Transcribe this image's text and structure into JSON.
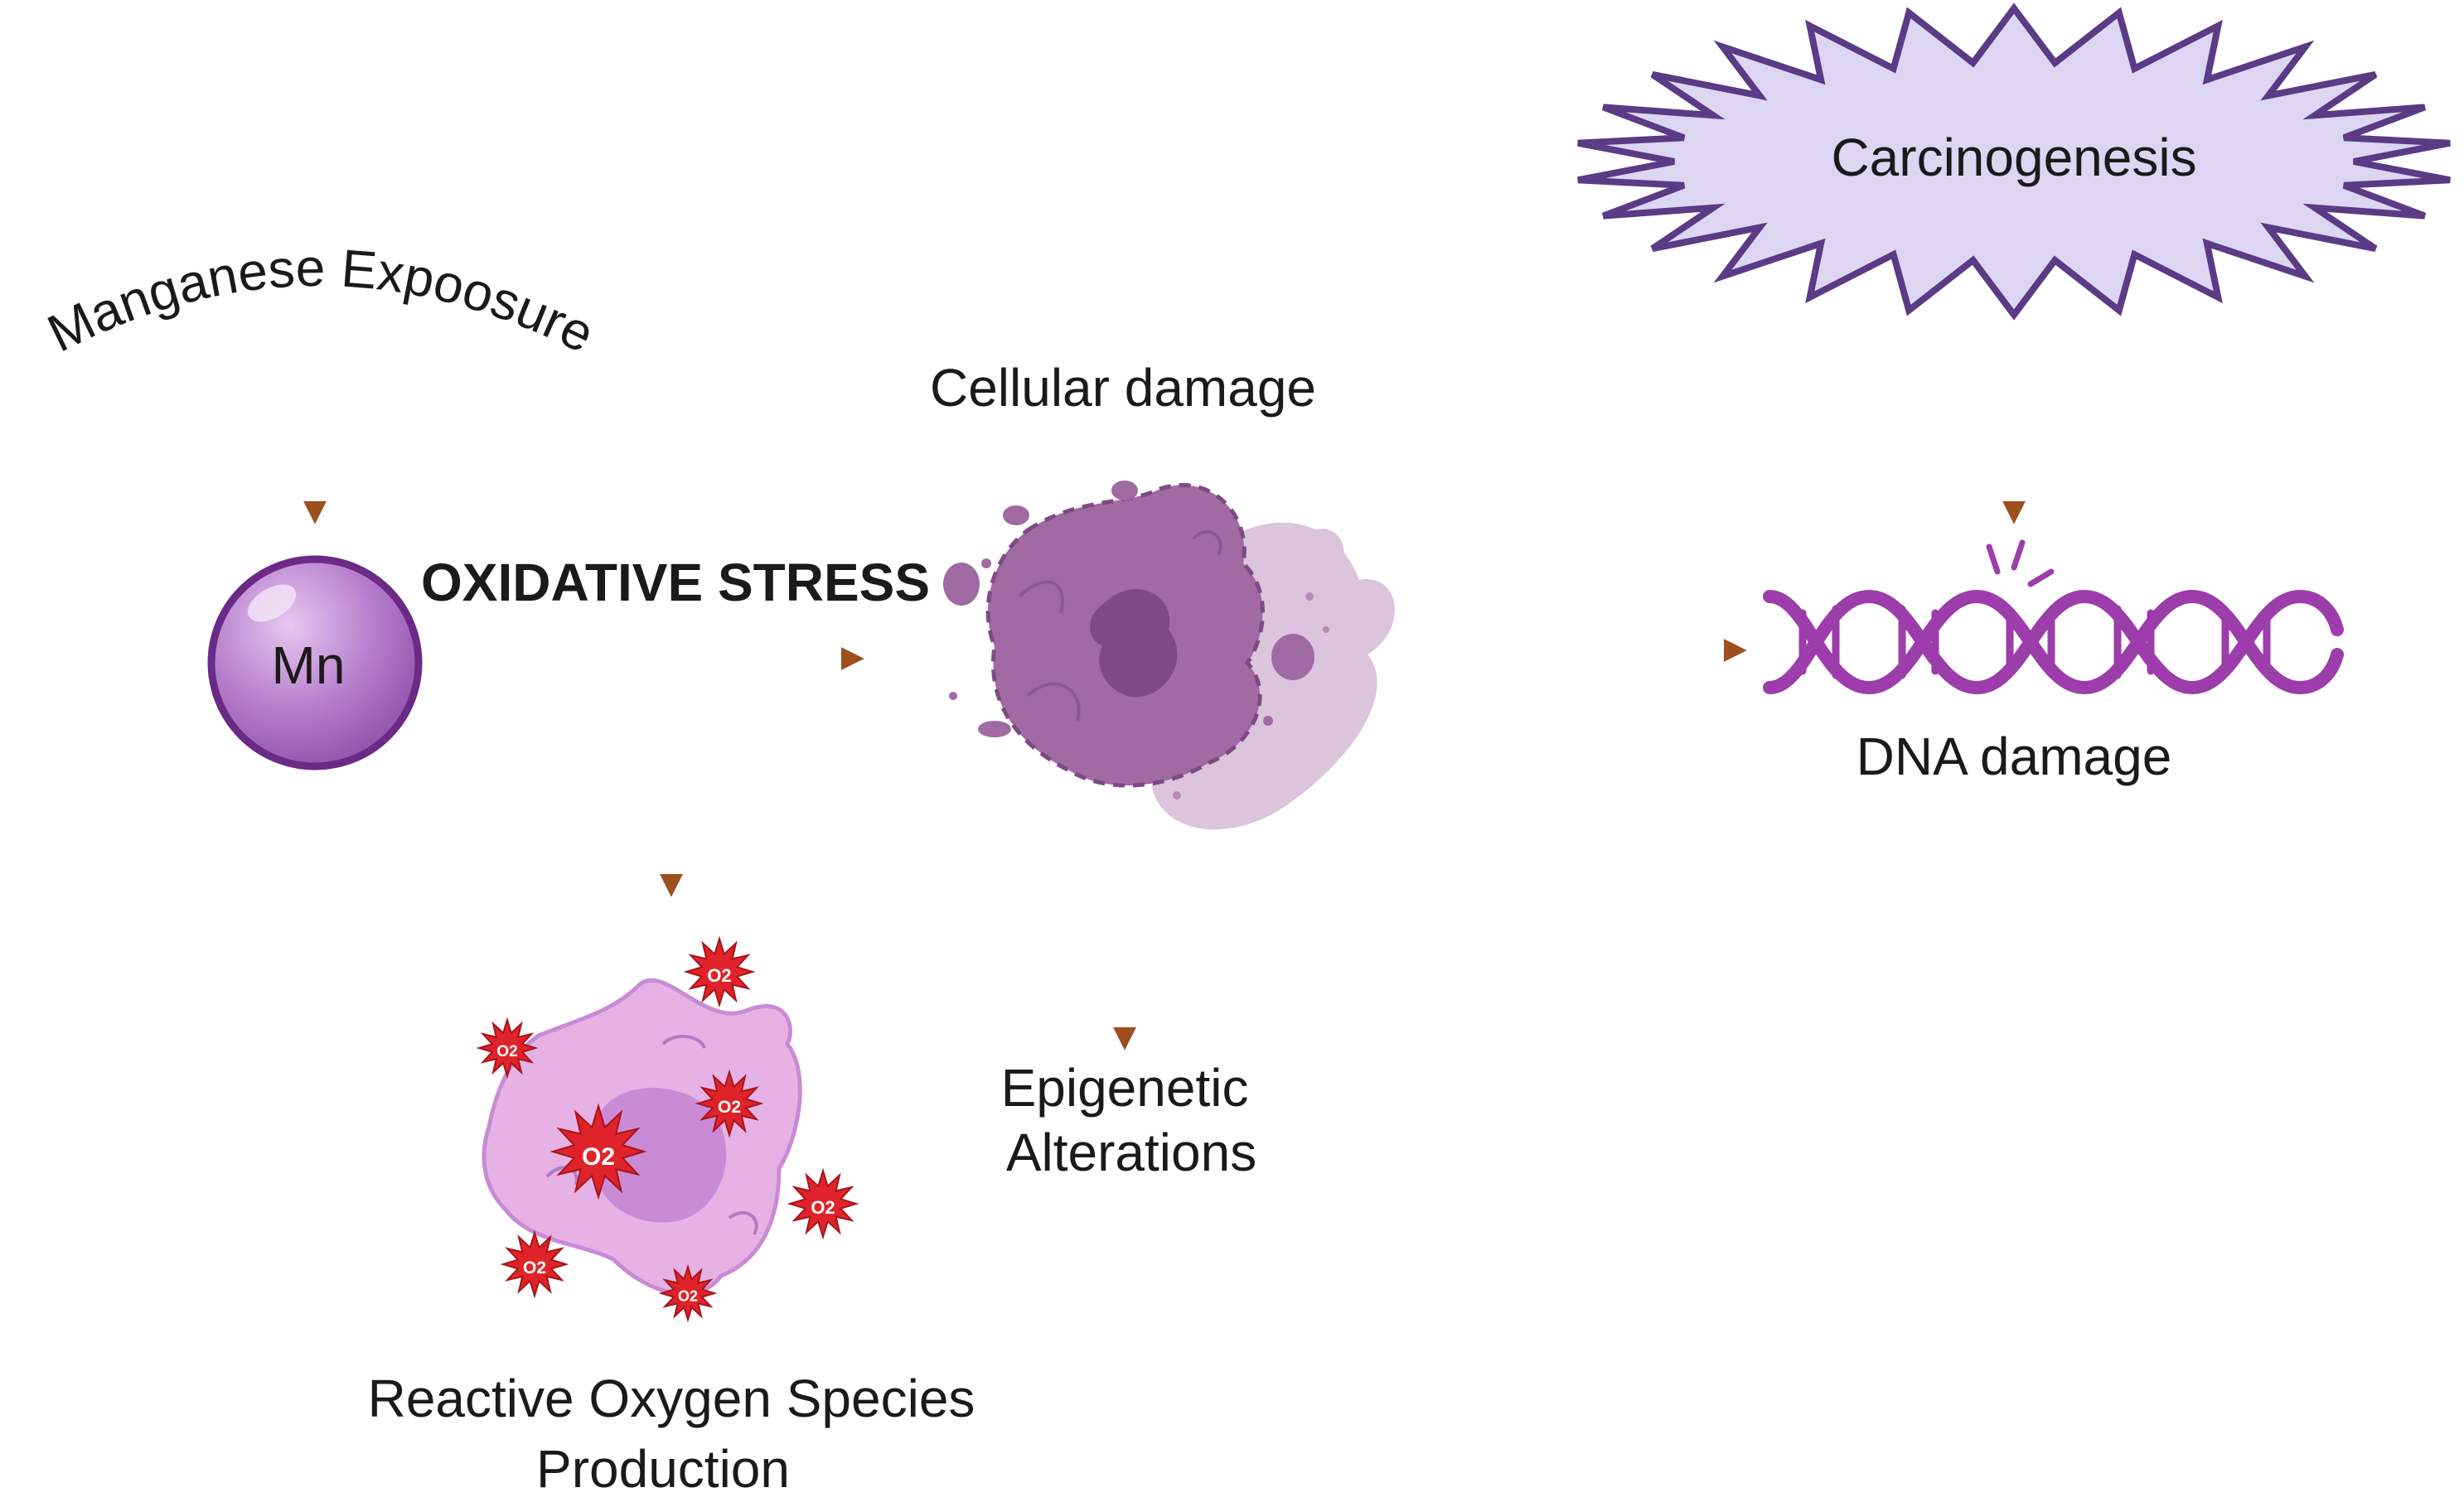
{
  "labels": {
    "exposure": "Manganese Expoosure",
    "mn": "Mn",
    "oxidative_stress": "OXIDATIVE STRESS",
    "cellular_damage": "Cellular damage",
    "carcinogenesis": "Carcinogenesis",
    "dna_damage": "DNA damage",
    "epigenetic_line1": "Epigenetic",
    "epigenetic_line2": "Alterations",
    "ros_line1": "Reactive Oxygen Species",
    "ros_line2": "Production",
    "superoxide": "O2"
  },
  "colors": {
    "arrow": "#9e4f1e",
    "mn_sphere": "#b079c8",
    "mn_outline": "#6a2a86",
    "damaged_cell": "#a06aa3",
    "damaged_cell_fade": "#dcc4dc",
    "ros_cell": "#e6b2e6",
    "ros_nucleus": "#c98bd6",
    "burst": "#e0232a",
    "dna": "#9c3dab",
    "burst_star_fill": "#dcd6f2",
    "burst_star_stroke": "#5b3a86"
  },
  "icons": [
    "mn-sphere-icon",
    "damaged-cell-icon",
    "ros-cell-icon",
    "superoxide-burst-icon",
    "dna-helix-icon",
    "carcinogenesis-burst-icon"
  ]
}
